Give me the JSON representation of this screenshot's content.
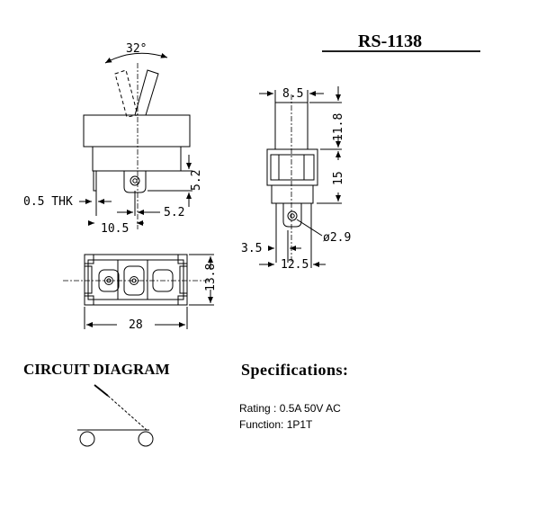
{
  "title": "RS-1138",
  "side_view": {
    "angle_label": "32°",
    "thickness_label": "0.5 THK",
    "width_label": "10.5",
    "offset_label": "5.2",
    "height_label": "5.2"
  },
  "front_view": {
    "top_width_label": "8.5",
    "lever_height_label": "11.8",
    "body_height_label": "15",
    "hole_label": "ø2.9",
    "left_offset_label": "3.5",
    "bottom_width_label": "12.5"
  },
  "bottom_view": {
    "width_label": "28",
    "height_label": "13.8"
  },
  "circuit": {
    "heading": "CIRCUIT DIAGRAM"
  },
  "specs": {
    "heading": "Specifications:",
    "rating": "Rating : 0.5A 50V AC",
    "function": "Function: 1P1T"
  }
}
